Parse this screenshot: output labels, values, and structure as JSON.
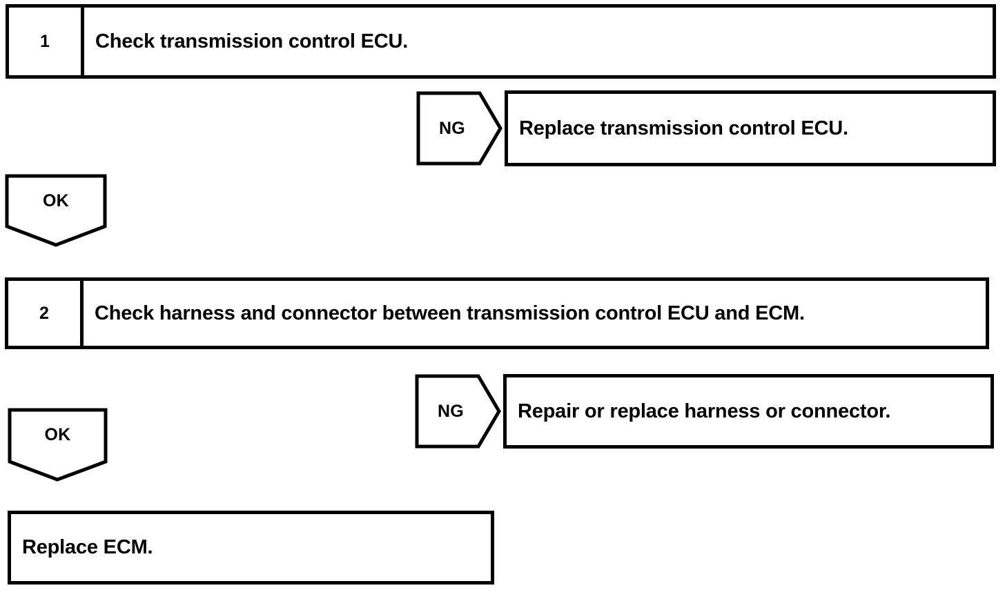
{
  "diagram": {
    "type": "troubleshooting-flowchart",
    "line_color": "#000000",
    "background_color": "#ffffff",
    "text_color": "#000000",
    "steps": [
      {
        "number": "1",
        "text": "Check transmission control ECU.",
        "ng": {
          "label": "NG",
          "action": "Replace transmission control ECU."
        },
        "ok": {
          "label": "OK"
        }
      },
      {
        "number": "2",
        "text": "Check harness and connector between transmission control ECU and ECM.",
        "ng": {
          "label": "NG",
          "action": "Repair or replace harness or connector."
        },
        "ok": {
          "label": "OK"
        }
      }
    ],
    "final": {
      "text": "Replace ECM."
    }
  }
}
